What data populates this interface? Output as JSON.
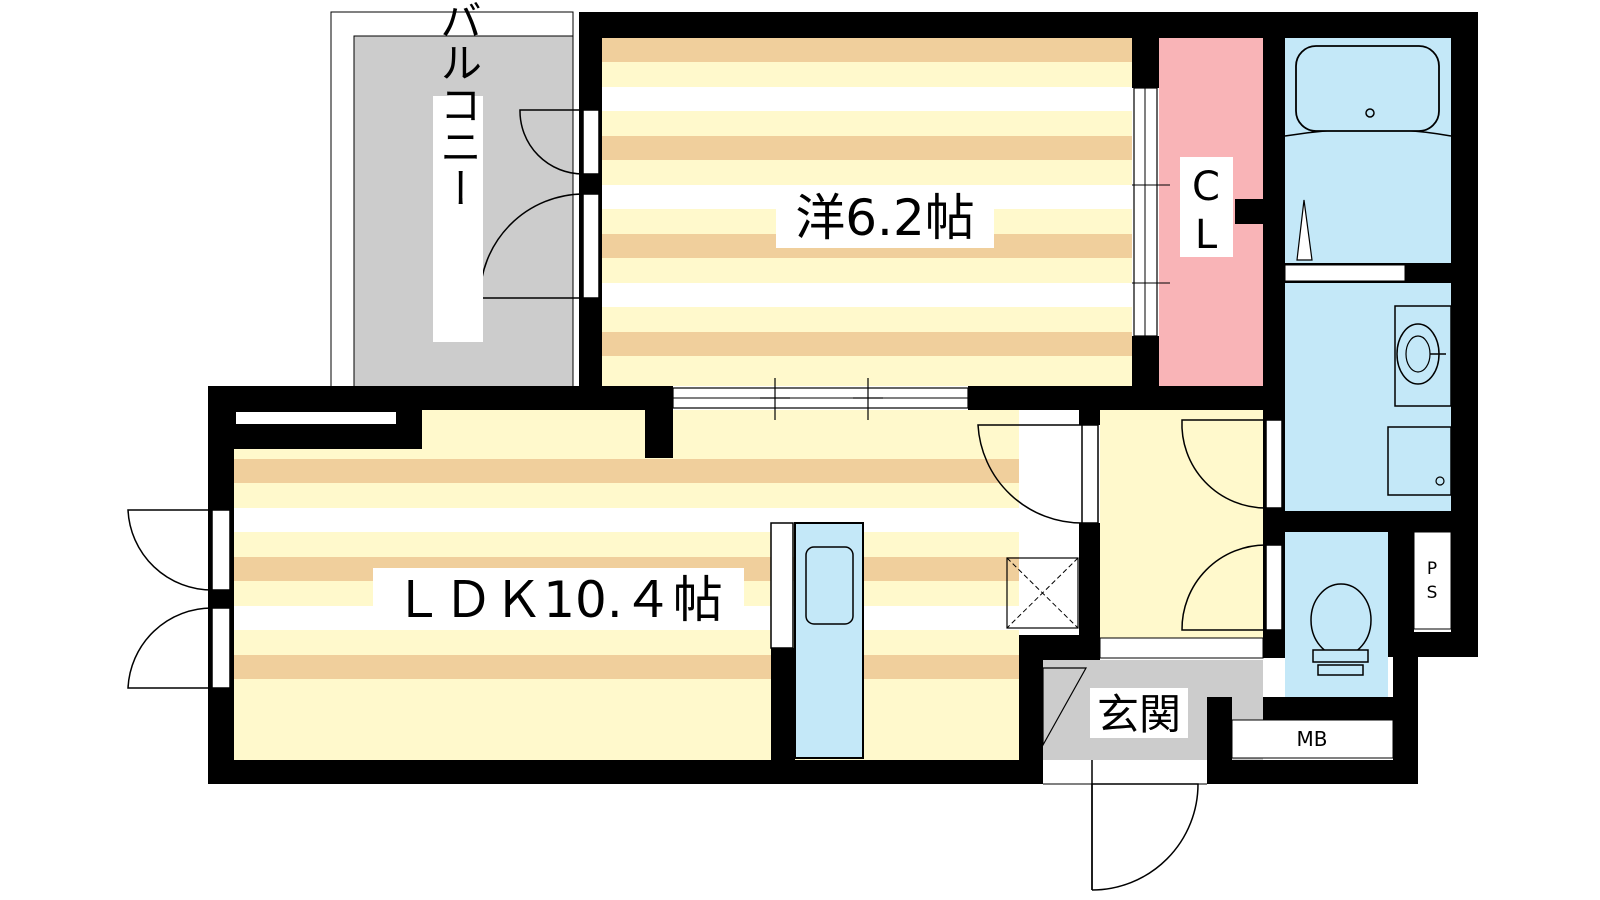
{
  "rooms": {
    "western_room": {
      "label": "洋6.2帖"
    },
    "closet": {
      "label_line1": "C",
      "label_line2": "L"
    },
    "ldk": {
      "label": "ＬＤＫ10.４帖"
    },
    "entrance": {
      "label": "玄関"
    },
    "balcony": {
      "label": "バルコニー"
    },
    "pipe_space": {
      "label_line1": "P",
      "label_line2": "S"
    },
    "meter_box": {
      "label": "MB"
    }
  },
  "colors": {
    "wall": "#000000",
    "wood_light": "#fff9cc",
    "wood_stripe": "#f0cf9c",
    "closet": "#f9b4b7",
    "wet_area": "#c4e8f8",
    "balcony": "#cccccc",
    "hall": "#fff9cc",
    "entrance": "#cccccc"
  }
}
